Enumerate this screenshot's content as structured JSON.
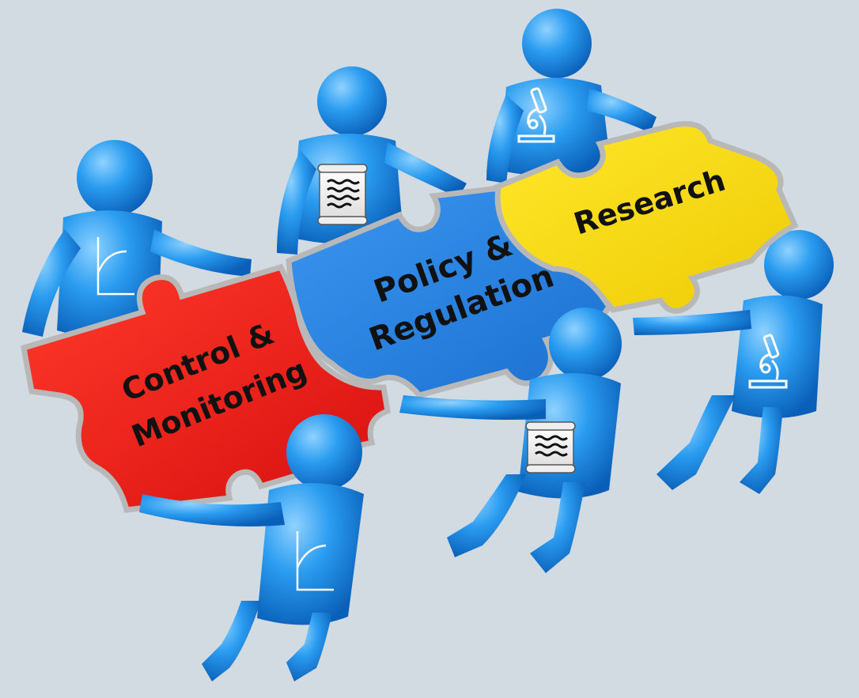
{
  "pieces": {
    "control": {
      "line1": "Control &",
      "line2": "Monitoring",
      "color": "#e81c1c"
    },
    "policy": {
      "line1": "Policy &",
      "line2": "Regulation",
      "color": "#2a86e4"
    },
    "research": {
      "line1": "Research",
      "color": "#f6dc16"
    }
  },
  "figure_color": "#1e8fe0",
  "background": "#d2dae2",
  "icons": [
    "chart-icon",
    "scroll-icon",
    "microscope-icon"
  ]
}
